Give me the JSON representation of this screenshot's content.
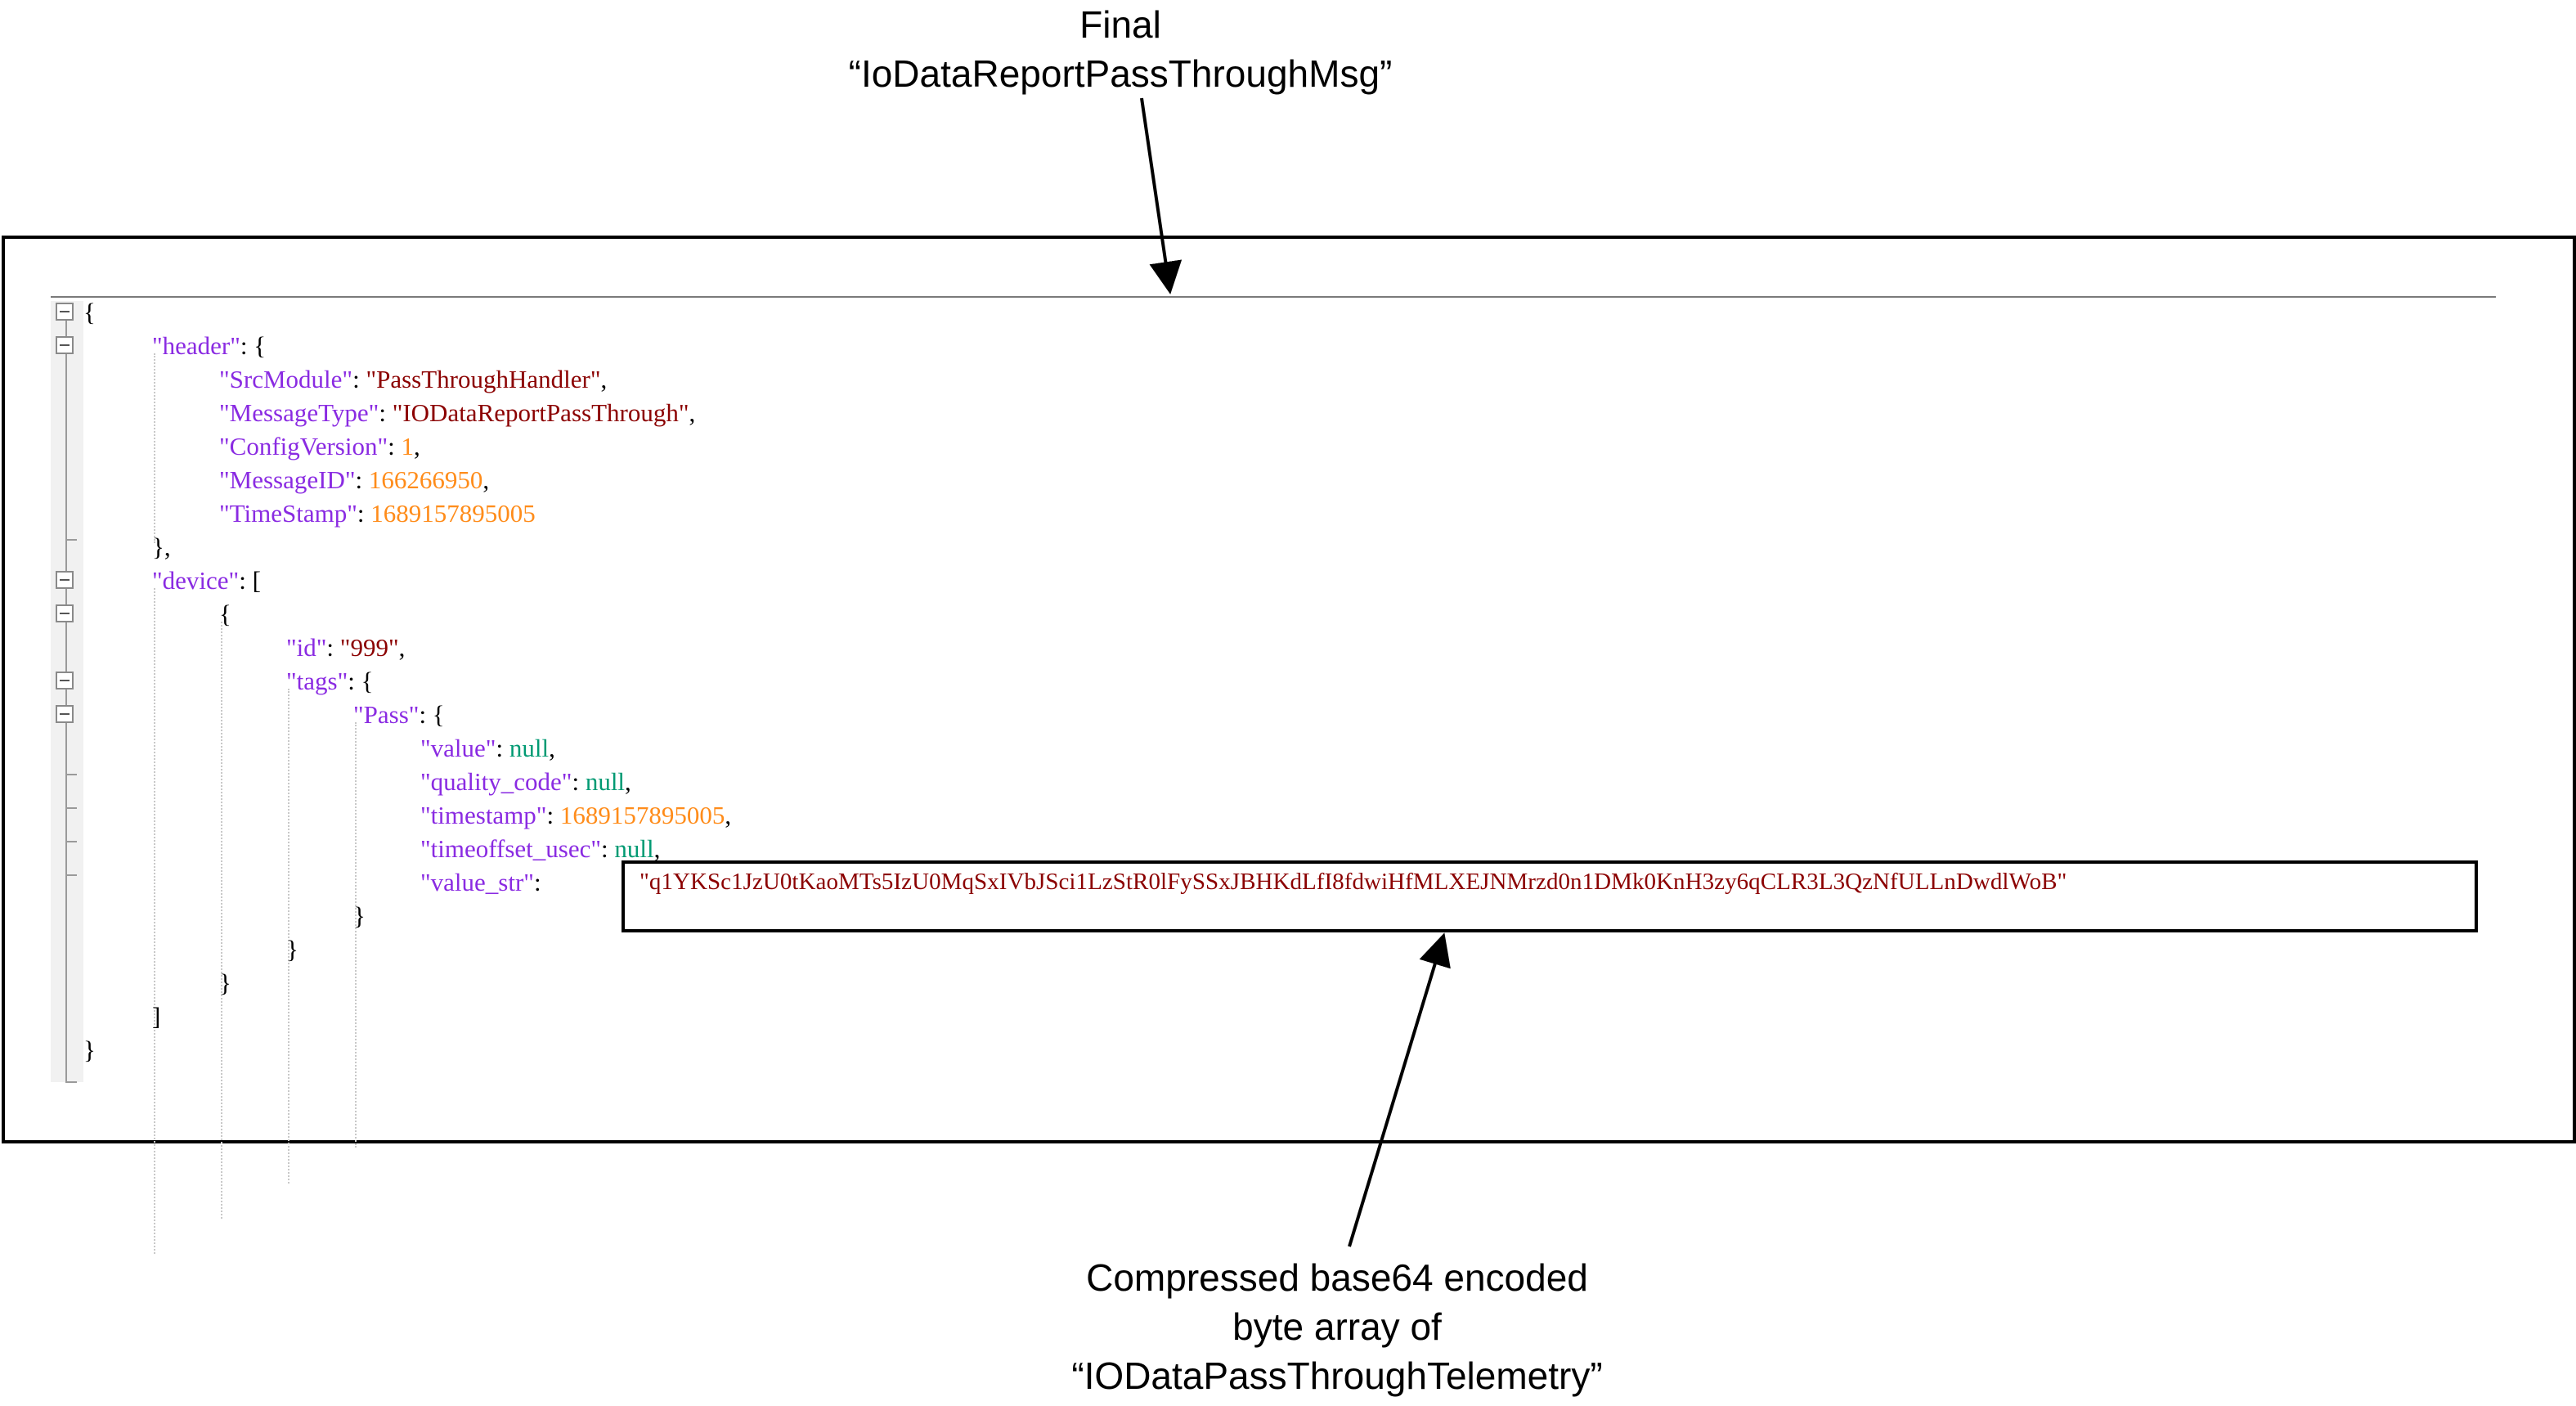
{
  "top_caption": {
    "line1": "Final",
    "line2": "“IoDataReportPassThroughMsg”"
  },
  "bottom_caption": {
    "line1": "Compressed base64 encoded",
    "line2": "byte array of",
    "line3": "“IODataPassThroughTelemetry”"
  },
  "json": {
    "open_brace": "{",
    "close_brace": "}",
    "header_key": "\"header\"",
    "src_module_key": "\"SrcModule\"",
    "src_module_value": "\"PassThroughHandler\"",
    "message_type_key": "\"MessageType\"",
    "message_type_value": "\"IODataReportPassThrough\"",
    "config_version_key": "\"ConfigVersion\"",
    "config_version_value": "1",
    "message_id_key": "\"MessageID\"",
    "message_id_value": "166266950",
    "time_stamp_key": "\"TimeStamp\"",
    "time_stamp_value": "1689157895005",
    "device_key": "\"device\"",
    "id_key": "\"id\"",
    "id_value": "\"999\"",
    "tags_key": "\"tags\"",
    "pass_key": "\"Pass\"",
    "value_key": "\"value\"",
    "value_value": "null",
    "quality_code_key": "\"quality_code\"",
    "quality_code_value": "null",
    "timestamp_key": "\"timestamp\"",
    "timestamp_value": "1689157895005",
    "timeoffset_key": "\"timeoffset_usec\"",
    "timeoffset_value": "null",
    "value_str_key": "\"value_str\"",
    "value_str_value": "\"q1YKSc1JzU0tKaoMTs5IzU0MqSxIVbJSci1LzStR0lFySSxJBHKdLfI8fdwiHfMLXEJNMrzd0n1DMk0KnH3zy6qCLR3L3QzNfULLnDwdlWoB\""
  },
  "colors": {
    "key": "#8a2be2",
    "string": "#8b0000",
    "number": "#ff8c1a",
    "null": "#009a73",
    "punctuation": "#000000"
  },
  "icons": [
    "fold-collapse-icon"
  ]
}
